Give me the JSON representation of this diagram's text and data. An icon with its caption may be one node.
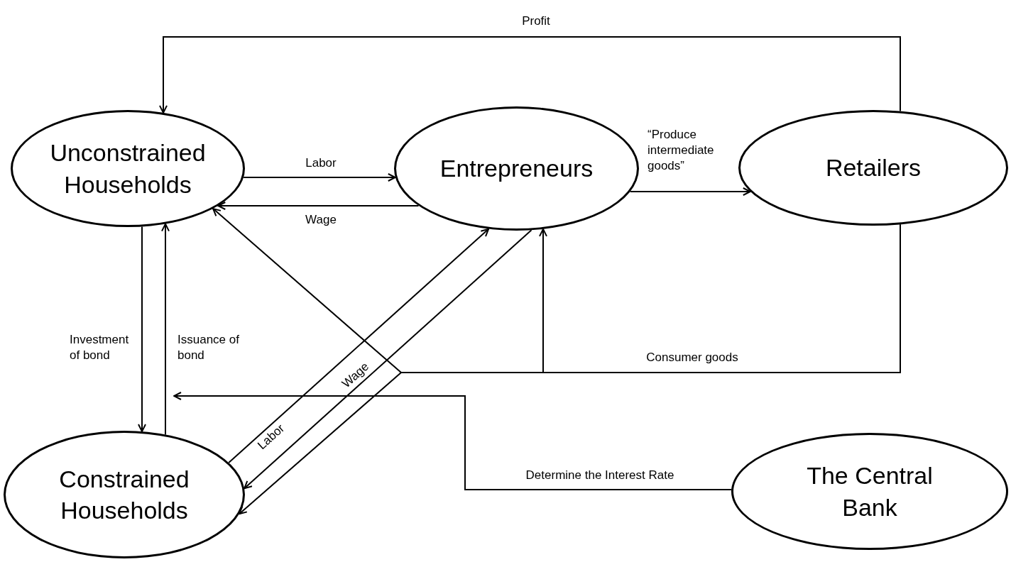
{
  "diagram": {
    "nodes": [
      {
        "text": [
          "Unconstrained Households"
        ]
      },
      {
        "text": [
          "Entrepreneurs"
        ]
      },
      {
        "text": [
          "Retailers"
        ]
      },
      {
        "text": [
          "Constrained Households"
        ]
      },
      {
        "text": [
          "The Central Bank"
        ]
      }
    ],
    "edges": [
      {
        "from": 2,
        "to": 0,
        "arrow": "to",
        "label": "Profit"
      },
      {
        "from": 0,
        "to": 1,
        "arrow": "to",
        "label": "Labor"
      },
      {
        "from": 1,
        "to": 0,
        "arrow": "to",
        "label": "Wage"
      },
      {
        "from": 1,
        "to": 2,
        "arrow": "to",
        "label": "“Produce intermediate goods”"
      },
      {
        "from": 0,
        "to": 3,
        "arrow": "to",
        "label": "Investment of bond"
      },
      {
        "from": 3,
        "to": 0,
        "arrow": "to",
        "label": "Issuance of bond"
      },
      {
        "from": 3,
        "to": 1,
        "arrow": "to",
        "label": "Labor"
      },
      {
        "from": 1,
        "to": 3,
        "arrow": "to",
        "label": "Wage"
      },
      {
        "from": 2,
        "to": 1,
        "arrow": "to",
        "label": "Consumer goods"
      },
      {
        "from": 2,
        "to": 0,
        "arrow": "to"
      },
      {
        "from": 2,
        "to": 3,
        "arrow": "to"
      },
      {
        "from": 4,
        "to": null,
        "arrow": "to",
        "label": "Determine the Interest Rate"
      }
    ]
  }
}
